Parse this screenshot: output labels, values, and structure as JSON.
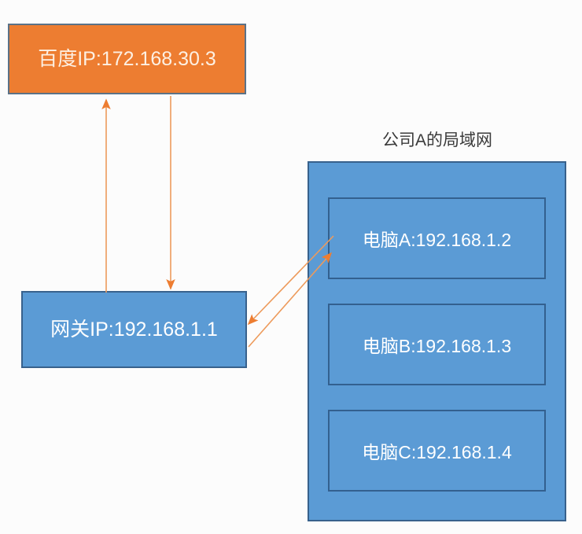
{
  "diagram": {
    "type": "network-topology",
    "background_color": "#fcfcfc",
    "nodes": {
      "internet": {
        "label": "百度IP:172.168.30.3",
        "fill": "#ED7D31",
        "border": "#5b7287",
        "text_color": "#fdf0e3"
      },
      "gateway": {
        "label": "网关IP:192.168.1.1",
        "fill": "#5B9BD5",
        "border": "#38618c",
        "text_color": "#ffffff"
      }
    },
    "lan": {
      "title": "公司A的局域网",
      "title_color": "#3a3a3a",
      "fill": "#5B9BD5",
      "border": "#38618c",
      "computers": [
        {
          "label": "电脑A:192.168.1.2"
        },
        {
          "label": "电脑B:192.168.1.3"
        },
        {
          "label": "电脑C:192.168.1.4"
        }
      ]
    },
    "connectors": {
      "color": "#ED9A5B",
      "arrow_fill": "#ED7D31",
      "links": [
        {
          "name": "gateway-to-internet",
          "direction": "up",
          "from": "gateway",
          "to": "internet"
        },
        {
          "name": "internet-to-gateway",
          "direction": "down",
          "from": "internet",
          "to": "gateway"
        },
        {
          "name": "gateway-to-computer-a",
          "direction": "up-right",
          "from": "gateway",
          "to": "computer-a"
        },
        {
          "name": "computer-a-to-gateway",
          "direction": "down-left",
          "from": "computer-a",
          "to": "gateway"
        }
      ]
    }
  }
}
